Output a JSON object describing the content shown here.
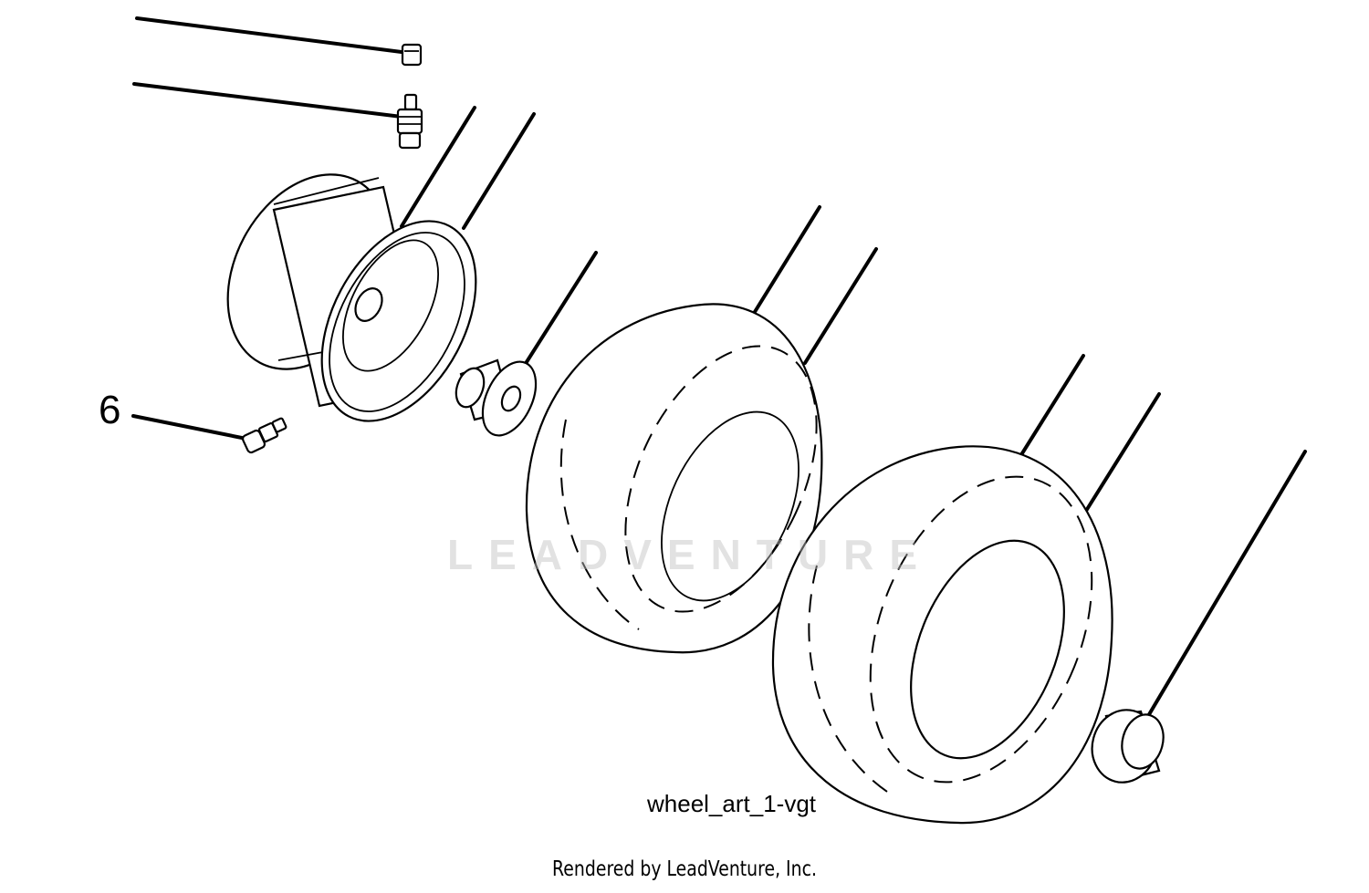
{
  "callouts": [
    {
      "number": "6"
    }
  ],
  "figure": {
    "art_label": "wheel_art_1-vgt",
    "credit": "Rendered by LeadVenture, Inc."
  },
  "watermark": {
    "text": "LEADVENTURE"
  },
  "colors": {
    "line": "#000000",
    "background": "#ffffff",
    "watermark": "#bebebe"
  }
}
